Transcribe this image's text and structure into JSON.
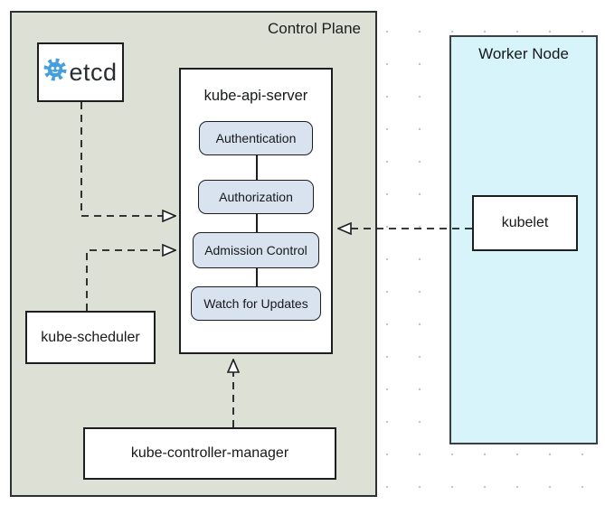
{
  "colors": {
    "control_plane_bg": "#dde0d4",
    "worker_node_bg": "#d8f4fb",
    "stage_bg": "#d9e3ef",
    "etcd_blue": "#459fdc"
  },
  "groups": {
    "control_plane": {
      "label": "Control Plane"
    },
    "worker_node": {
      "label": "Worker Node"
    }
  },
  "nodes": {
    "etcd": {
      "label": "etcd"
    },
    "kube_api_server": {
      "label": "kube-api-server"
    },
    "kube_scheduler": {
      "label": "kube-scheduler"
    },
    "kube_controller_manager": {
      "label": "kube-controller-manager"
    },
    "kubelet": {
      "label": "kubelet"
    }
  },
  "api_server_stages": [
    {
      "label": "Authentication"
    },
    {
      "label": "Authorization"
    },
    {
      "label": "Admission Control"
    },
    {
      "label": "Watch for Updates"
    }
  ],
  "edges": [
    {
      "from": "etcd",
      "to": "kube-api-server",
      "style": "dashed, open right-arrow"
    },
    {
      "from": "kube-scheduler",
      "to": "kube-api-server",
      "style": "dashed, open right-arrow"
    },
    {
      "from": "kubelet",
      "to": "kube-api-server",
      "style": "dashed, open left-arrow"
    },
    {
      "from": "kube-controller-manager",
      "to": "kube-api-server",
      "style": "dashed, open up-arrow"
    }
  ]
}
